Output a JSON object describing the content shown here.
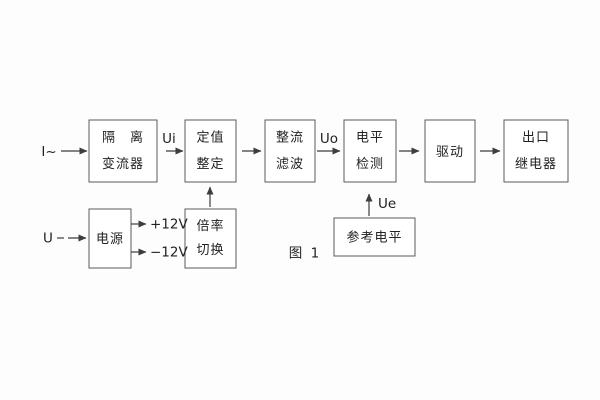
{
  "figure": {
    "caption": "图 1",
    "blocks": {
      "isolation_transformer": {
        "line1": "隔　离",
        "line2": "变流器"
      },
      "setting_adjust": {
        "line1": "定值",
        "line2": "整定"
      },
      "rectify_filter": {
        "line1": "整流",
        "line2": "滤波"
      },
      "level_detect": {
        "line1": "电平",
        "line2": "检测"
      },
      "drive": {
        "label": "驱动"
      },
      "output_relay": {
        "line1": "出口",
        "line2": "继电器"
      },
      "power_supply": {
        "label": "电源"
      },
      "ratio_switch": {
        "line1": "倍率",
        "line2": "切换"
      },
      "reference_level": {
        "label": "参考电平"
      }
    },
    "signals": {
      "input_current": "I~",
      "input_voltage": "U",
      "ui": "Ui",
      "uo": "Uo",
      "ue": "Ue",
      "plus_12v": "+12V",
      "minus_12v": "−12V"
    },
    "colors": {
      "line": "#3d3d3d",
      "box_border": "#5a5a5a",
      "text": "#222222",
      "background": "#fdfdfd"
    }
  }
}
